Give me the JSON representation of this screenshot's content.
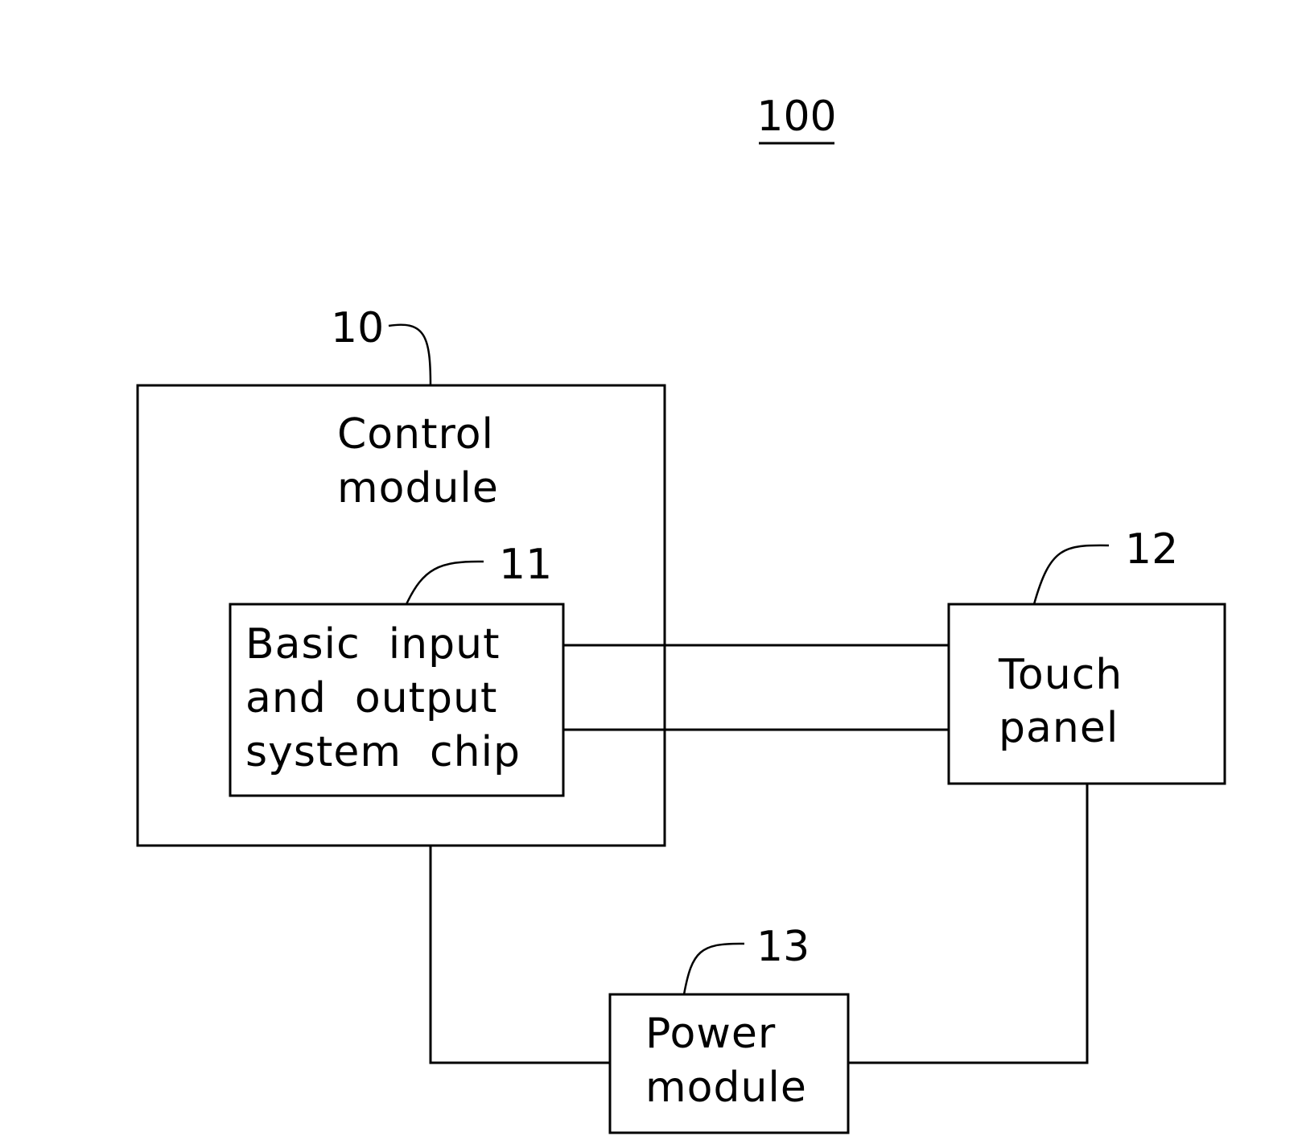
{
  "figure": {
    "reference": "100"
  },
  "blocks": {
    "control_module": {
      "ref": "10",
      "lines": [
        "Control",
        "module"
      ]
    },
    "bios_chip": {
      "ref": "11",
      "lines": [
        "Basic  input",
        "and  output",
        "system  chip"
      ]
    },
    "touch_panel": {
      "ref": "12",
      "lines": [
        "Touch",
        "panel"
      ]
    },
    "power_module": {
      "ref": "13",
      "lines": [
        "Power",
        "module"
      ]
    }
  },
  "connections": [
    {
      "from": "bios_chip",
      "to": "touch_panel",
      "count": 2
    },
    {
      "from": "control_module",
      "to": "power_module",
      "count": 1
    },
    {
      "from": "touch_panel",
      "to": "power_module",
      "count": 1
    }
  ],
  "colors": {
    "line": "#000000",
    "background": "#ffffff"
  }
}
